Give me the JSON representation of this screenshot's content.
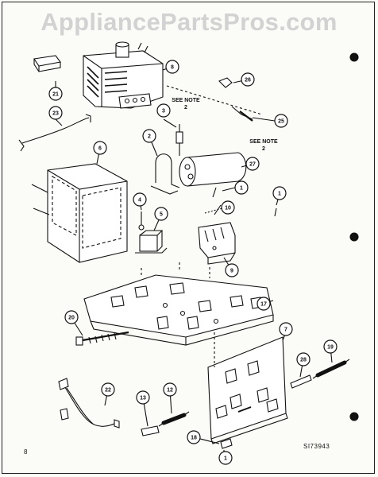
{
  "watermark": "AppliancePartsPros.com",
  "notes": [
    {
      "line1": "SEE NOTE",
      "line2": "2"
    },
    {
      "line1": "SEE NOTE",
      "line2": "2"
    }
  ],
  "page_number": "8",
  "diagram_id": "SI73943",
  "callouts": [
    "21",
    "8",
    "26",
    "23",
    "3",
    "25",
    "2",
    "6",
    "27",
    "4",
    "1",
    "1",
    "5",
    "10",
    "9",
    "17",
    "20",
    "7",
    "19",
    "22",
    "13",
    "12",
    "28",
    "18",
    "1"
  ],
  "colors": {
    "ink": "#111111",
    "paper": "#fbfbf8",
    "watermark": "#d2d2d2"
  }
}
